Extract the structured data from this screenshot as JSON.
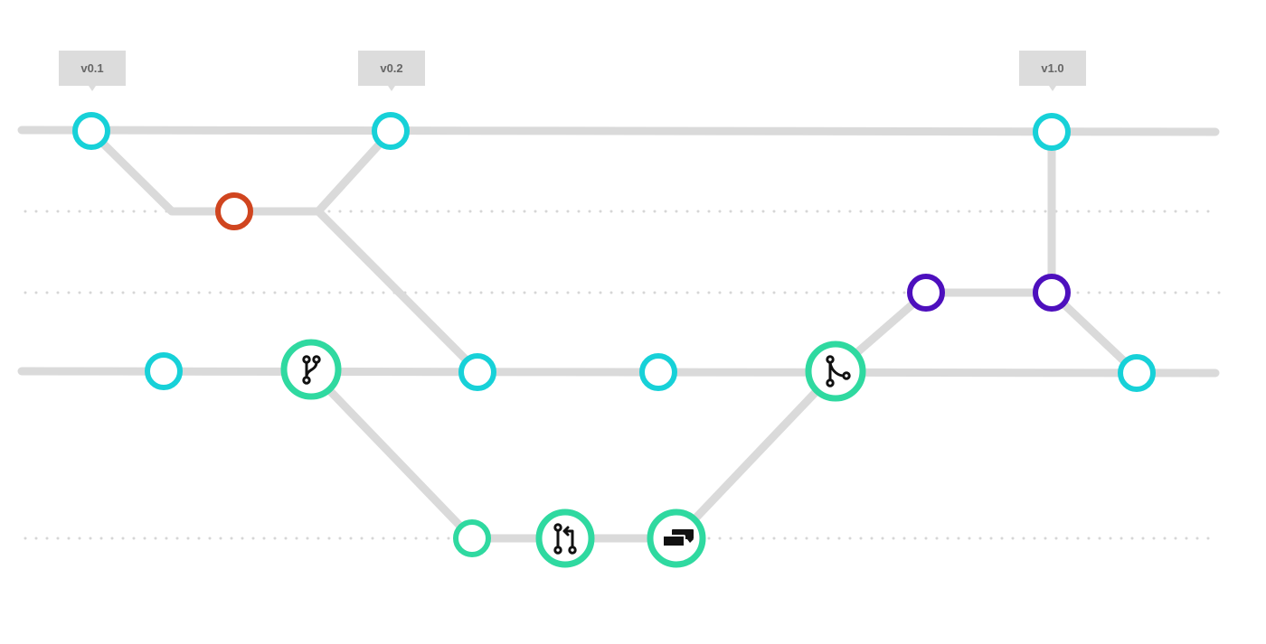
{
  "colors": {
    "track": "#dadada",
    "guide": "#d6d6d6",
    "cyan": "#17d1d8",
    "red": "#d0451f",
    "purple": "#4d0fbd",
    "green": "#2fd9a0",
    "tag_bg": "#dcdcdc",
    "tag_text": "#666666",
    "icon": "#111111"
  },
  "tags": [
    {
      "id": "tag-v01",
      "label": "v0.1"
    },
    {
      "id": "tag-v02",
      "label": "v0.2"
    },
    {
      "id": "tag-v10",
      "label": "v1.0"
    }
  ],
  "lanes": [
    {
      "id": "main-branch",
      "style": "solid"
    },
    {
      "id": "hotfix-branch",
      "style": "dotted"
    },
    {
      "id": "release-branch",
      "style": "dotted"
    },
    {
      "id": "develop-branch",
      "style": "solid"
    },
    {
      "id": "feature-branch",
      "style": "dotted"
    }
  ],
  "commits": [
    {
      "id": "commit-main-v01",
      "color": "cyan",
      "kind": "commit"
    },
    {
      "id": "commit-main-v02",
      "color": "cyan",
      "kind": "commit"
    },
    {
      "id": "commit-main-v10",
      "color": "cyan",
      "kind": "commit"
    },
    {
      "id": "commit-hotfix",
      "color": "red",
      "kind": "commit"
    },
    {
      "id": "commit-release-1",
      "color": "purple",
      "kind": "commit"
    },
    {
      "id": "commit-release-2",
      "color": "purple",
      "kind": "commit"
    },
    {
      "id": "commit-develop-1",
      "color": "cyan",
      "kind": "commit"
    },
    {
      "id": "commit-develop-2",
      "color": "cyan",
      "kind": "commit"
    },
    {
      "id": "commit-develop-3",
      "color": "cyan",
      "kind": "commit"
    },
    {
      "id": "commit-develop-4",
      "color": "cyan",
      "kind": "commit"
    },
    {
      "id": "branch-event",
      "color": "green",
      "kind": "branch",
      "icon": "git-branch-icon"
    },
    {
      "id": "merge-event",
      "color": "green",
      "kind": "merge",
      "icon": "git-merge-icon"
    },
    {
      "id": "commit-feature-1",
      "color": "green",
      "kind": "commit"
    },
    {
      "id": "pull-request-event",
      "color": "green",
      "kind": "pull-request",
      "icon": "pull-request-icon"
    },
    {
      "id": "discussion-event",
      "color": "green",
      "kind": "discussion",
      "icon": "comment-discussion-icon"
    }
  ]
}
